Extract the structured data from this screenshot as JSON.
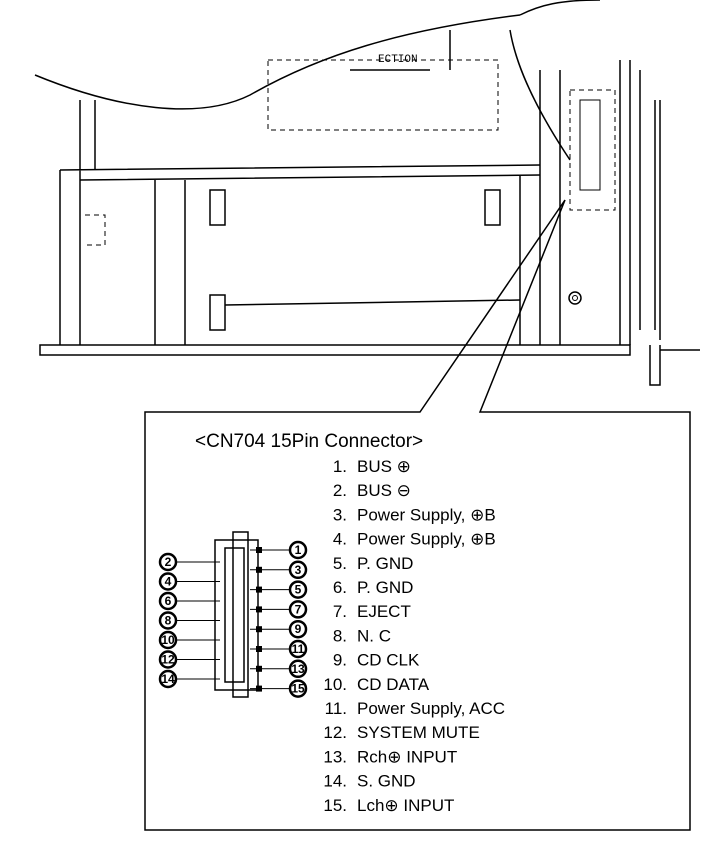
{
  "drawing": {
    "partial_label": "ECTION"
  },
  "connector": {
    "title": "<CN704  15Pin Connector>",
    "left_pins": [
      "2",
      "4",
      "6",
      "8",
      "10",
      "12",
      "14"
    ],
    "right_pins": [
      "1",
      "3",
      "5",
      "7",
      "9",
      "11",
      "13",
      "15"
    ],
    "pins": [
      {
        "num": "1.",
        "label": "BUS ⊕"
      },
      {
        "num": "2.",
        "label": "BUS ⊖"
      },
      {
        "num": "3.",
        "label": "Power Supply, ⊕B"
      },
      {
        "num": "4.",
        "label": "Power Supply, ⊕B"
      },
      {
        "num": "5.",
        "label": "P. GND"
      },
      {
        "num": "6.",
        "label": "P. GND"
      },
      {
        "num": "7.",
        "label": "EJECT"
      },
      {
        "num": "8.",
        "label": "N. C"
      },
      {
        "num": "9.",
        "label": "CD CLK"
      },
      {
        "num": "10.",
        "label": "CD DATA"
      },
      {
        "num": "11.",
        "label": "Power Supply, ACC"
      },
      {
        "num": "12.",
        "label": "SYSTEM MUTE"
      },
      {
        "num": "13.",
        "label": "Rch⊕ INPUT"
      },
      {
        "num": "14.",
        "label": "S. GND"
      },
      {
        "num": "15.",
        "label": "Lch⊕ INPUT"
      }
    ]
  }
}
